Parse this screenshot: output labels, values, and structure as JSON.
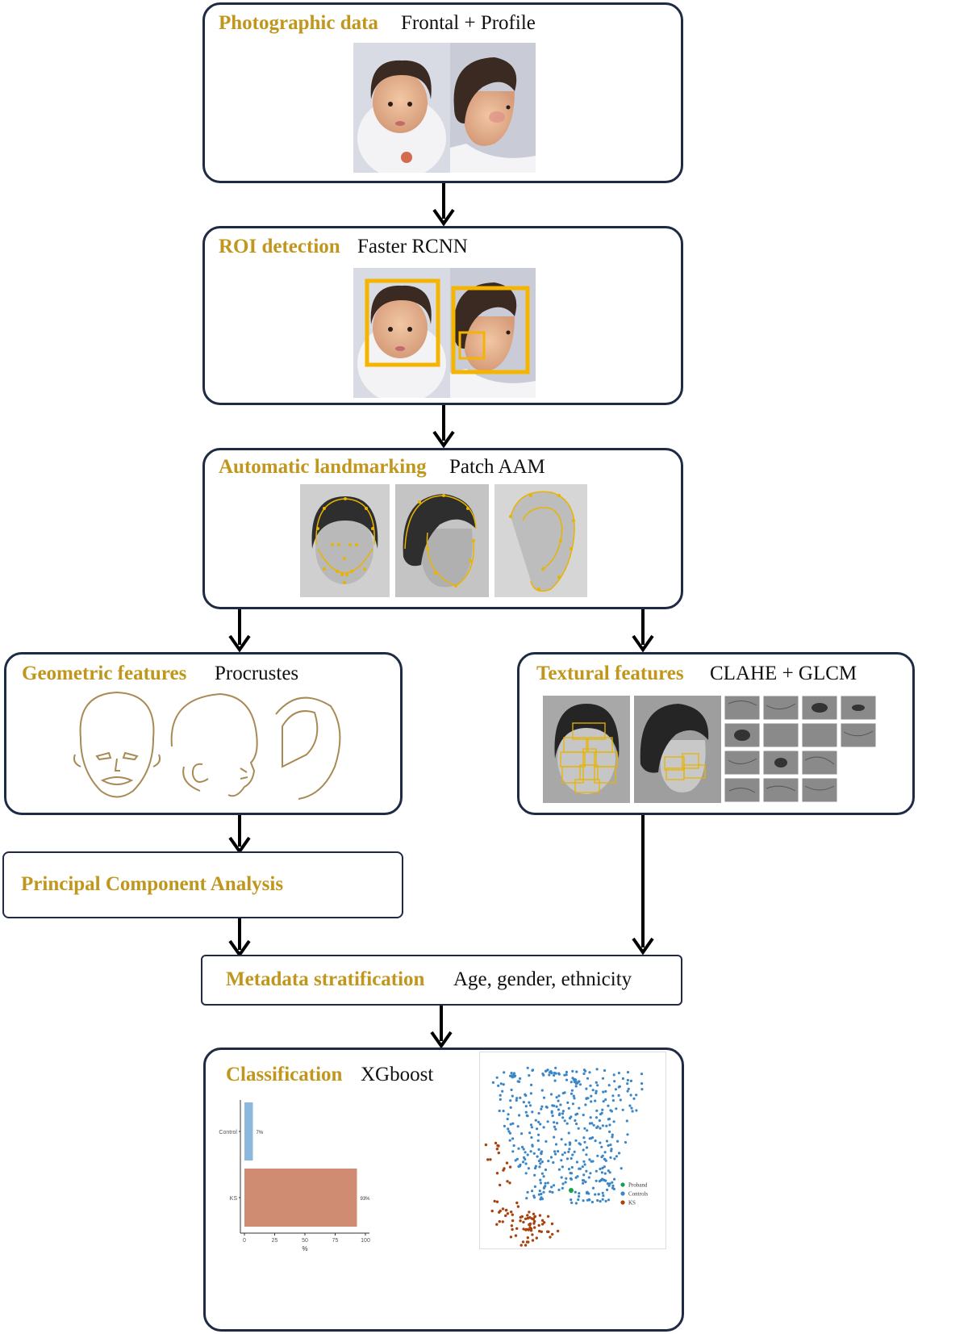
{
  "stages": {
    "photographic": {
      "title": "Photographic data",
      "subtitle": "Frontal + Profile"
    },
    "roi": {
      "title": "ROI detection",
      "subtitle": "Faster RCNN"
    },
    "landmarking": {
      "title": "Automatic landmarking",
      "subtitle": "Patch AAM"
    },
    "geometric": {
      "title": "Geometric features",
      "subtitle": "Procrustes"
    },
    "textural": {
      "title": "Textural features",
      "subtitle": "CLAHE + GLCM"
    },
    "pca": {
      "title": "Principal Component Analysis"
    },
    "metadata": {
      "title": "Metadata stratification",
      "subtitle": "Age, gender, ethnicity"
    },
    "classification": {
      "title": "Classification",
      "subtitle": "XGboost"
    }
  },
  "colors": {
    "title": "#c0961c",
    "border": "#1f2a44",
    "roi_box": "#f5b400",
    "landmark": "#e8b400",
    "outline": "#a88a55",
    "control_bar": "#8bb8dc",
    "ks_bar": "#cf8c73",
    "proband": "#1a9e4a",
    "controls": "#3b86c6",
    "ks": "#a8420f"
  },
  "chart_data": [
    {
      "type": "bar",
      "orientation": "horizontal",
      "categories": [
        "Control",
        "KS"
      ],
      "values": [
        7,
        93
      ],
      "data_labels": [
        "7%",
        "93%"
      ],
      "xlabel": "%",
      "xticks": [
        0,
        25,
        50,
        75,
        100
      ],
      "xlim": [
        0,
        100
      ]
    },
    {
      "type": "scatter",
      "legend": [
        "Proband",
        "Controls",
        "KS"
      ],
      "legend_position": "right",
      "series": [
        {
          "name": "Proband",
          "points": [
            [
              0.52,
              0.46
            ]
          ]
        },
        {
          "name": "Controls",
          "approx_count": 420
        },
        {
          "name": "KS",
          "approx_count": 90
        }
      ]
    }
  ]
}
